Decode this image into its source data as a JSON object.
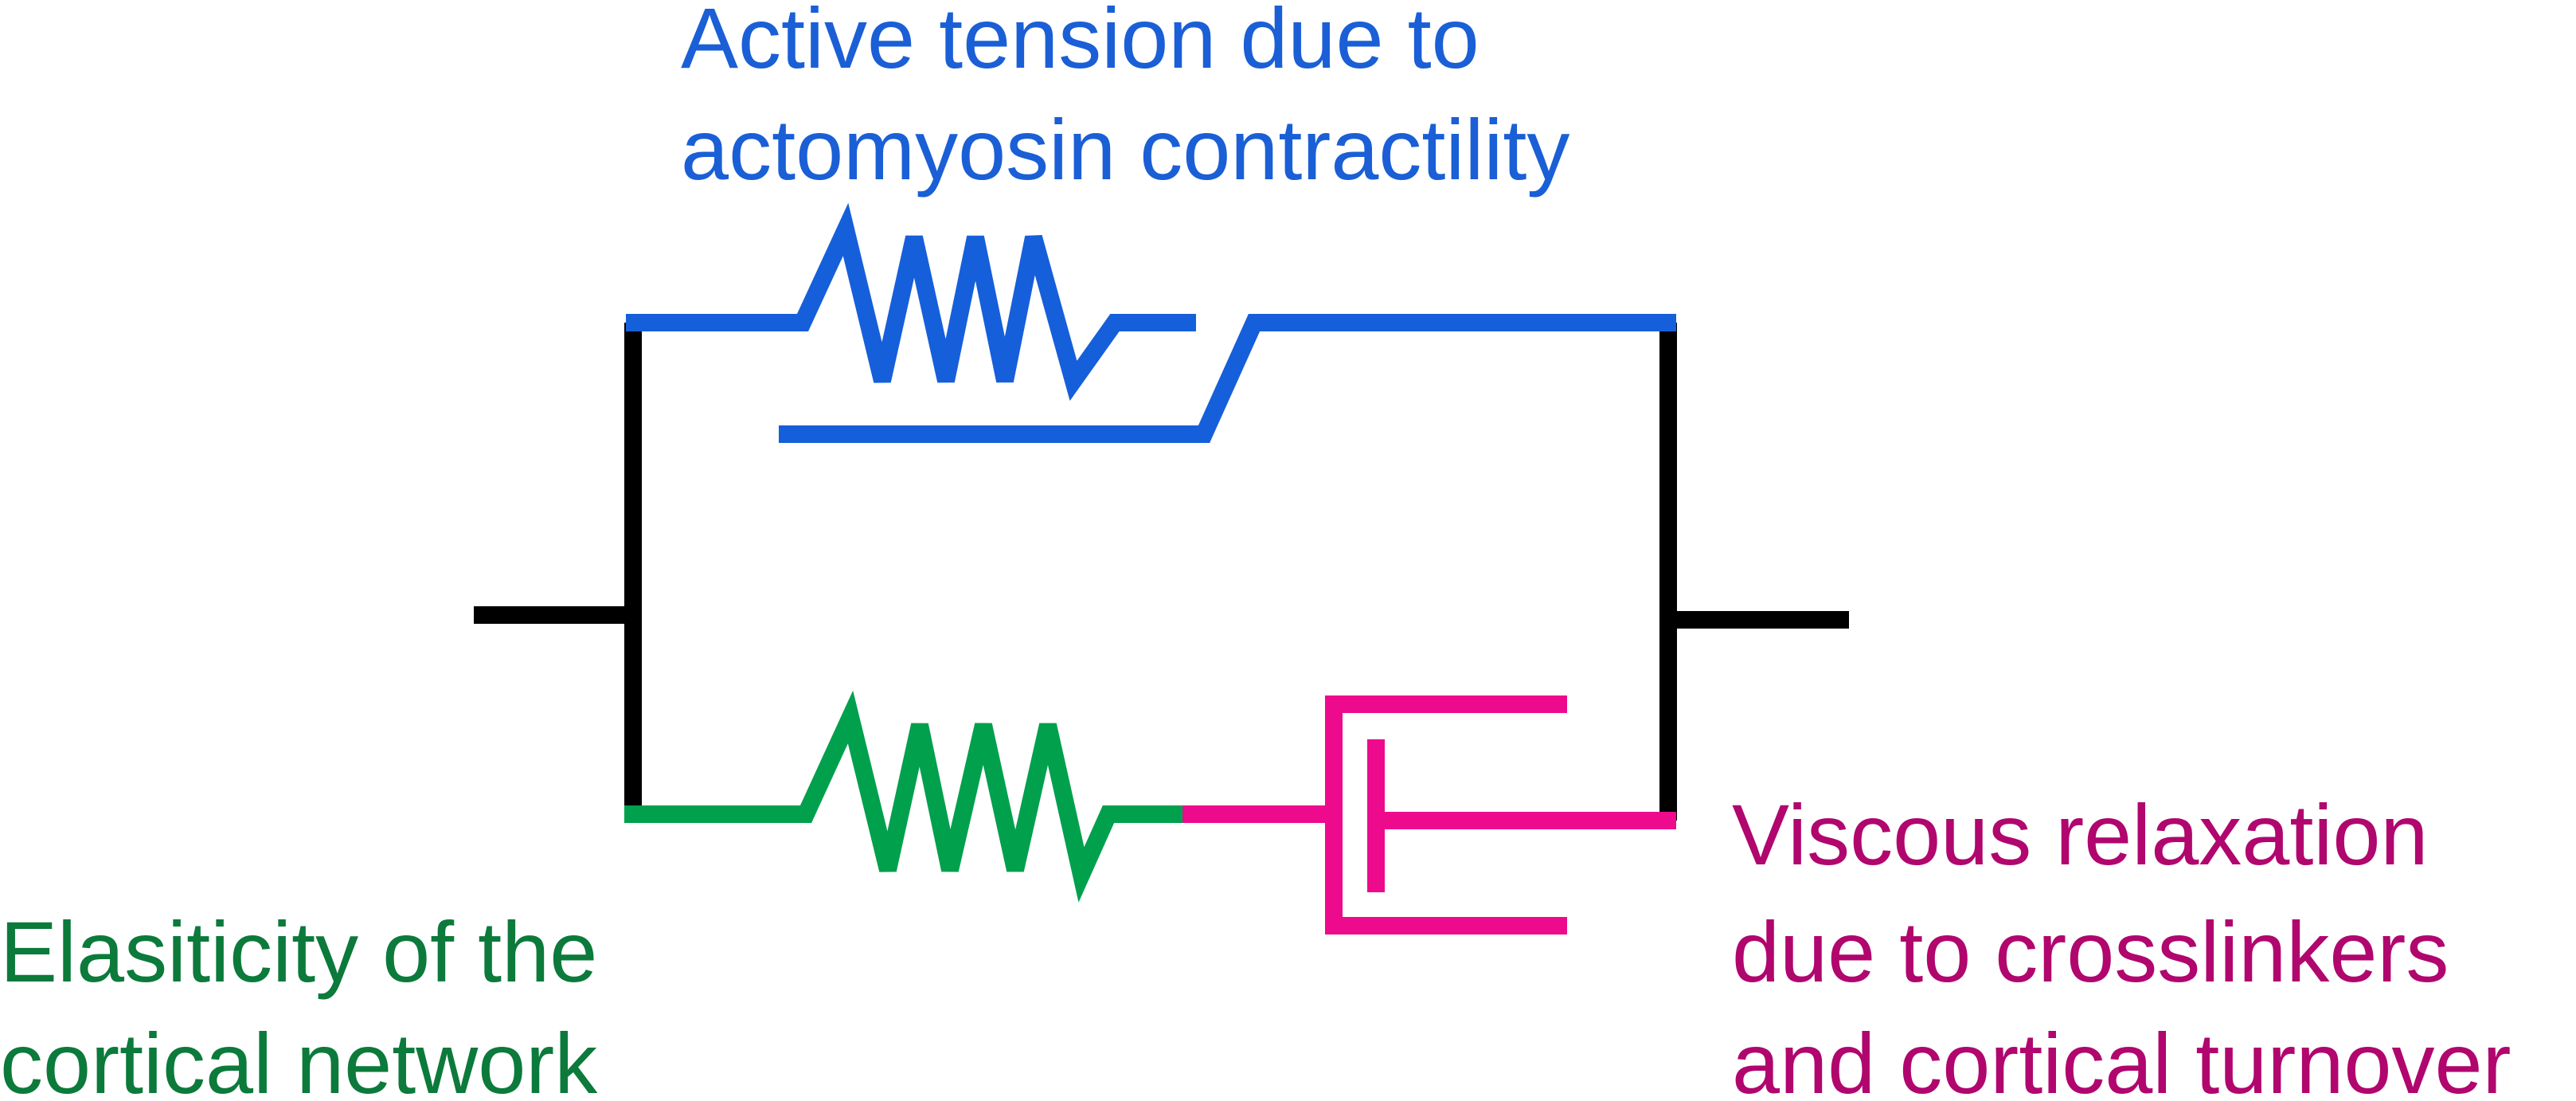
{
  "labels": {
    "active_line1": "Active tension due to",
    "active_line2": "actomyosin contractility",
    "elastic_line1": "Elasiticity of the",
    "elastic_line2": "cortical network",
    "viscous_line1": "Viscous relaxation",
    "viscous_line2": "due to crosslinkers",
    "viscous_line3": "and cortical turnover"
  },
  "colors": {
    "frame": "#000000",
    "active": "#165FDB",
    "active_text": "#1A5FD6",
    "elastic": "#00A04D",
    "elastic_text": "#0B7A3B",
    "viscous": "#EE0A8C",
    "viscous_text": "#B0066E"
  },
  "elements": {
    "active_element": "contractile-spring",
    "elastic_element": "spring",
    "viscous_element": "dashpot"
  }
}
